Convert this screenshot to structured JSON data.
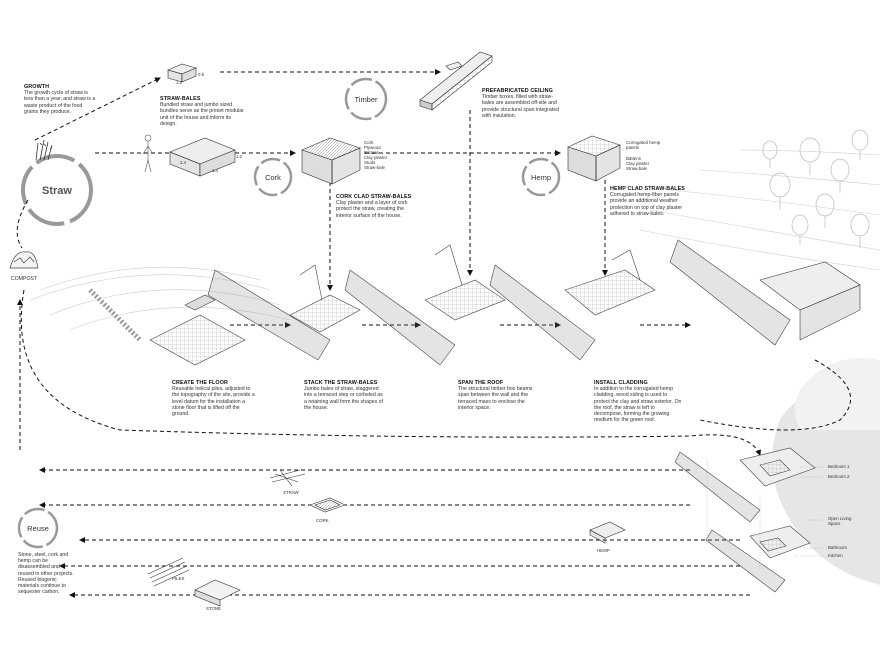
{
  "cycle": {
    "straw_label": "Straw",
    "compost_label": "COMPOST",
    "reuse_label": "Reuse",
    "reuse_text": "Stone, steel, cork and hemp can be disassembled and reused in other projects. Reused biogenic materials continue to sequester carbon."
  },
  "materials": {
    "timber": "Timber",
    "cork": "Cork",
    "hemp": "Hemp"
  },
  "growth": {
    "title": "GROWTH",
    "text": "The growth cycle of straw is less than a year, and straw is a waste product of the food grains they produce."
  },
  "straw_bales": {
    "title": "STRAW-BALES",
    "text": "Bundled straw and jumbo sized bundles serve as the preset modular unit of the house and inform its design.",
    "dims": [
      "1.2",
      "0.5",
      "2.4",
      "1.4",
      "1.2"
    ]
  },
  "prefab_ceiling": {
    "title": "PREFABRICATED CEILING",
    "text": "Timber boxes, filled with straw-bales are assembled off-site and provide structural span integrated with insulation."
  },
  "cork_clad": {
    "title": "CORK CLAD STRAW-BALES",
    "text": "Clay plaster and a layer of cork protect the straw, creating the interior surface of the house.",
    "layers": [
      "Cork",
      "Plywood",
      "Battens",
      "Clay plaster",
      "Studs",
      "Straw-bale"
    ]
  },
  "hemp_clad": {
    "title": "HEMP CLAD STRAW-BALES",
    "text": "Corrugated hemp-fiber panels provide an additional weather protection on top of clay plaster adhered to straw-bales.",
    "layers": [
      "Corrugated hemp panels",
      "Battens",
      "Clay plaster",
      "Straw-bale"
    ]
  },
  "steps": [
    {
      "title": "CREATE THE FLOOR",
      "text": "Reusable helical piles, adjusted to the topography of the site, provide a level datum for the installation a stone floor that is lifted off the ground."
    },
    {
      "title": "STACK THE STRAW-BALES",
      "text": "Jumbo bales of straw, staggered into a terraced step or corbeled as a retaining wall form the shapes of the house."
    },
    {
      "title": "SPAN THE ROOF",
      "text": "The structural timber box beams span between the wall and the terraced mass to enclose the interior space."
    },
    {
      "title": "INSTALL CLADDING",
      "text": "In addition to the corrugated hemp cladding, wood siding is used to protect the clay and straw exterior. On the roof, the straw is left to decompose, forming the growing medium for the green roof."
    }
  ],
  "reuse_items": [
    "STRAW",
    "CORK",
    "HEMP",
    "PILES",
    "STONE"
  ],
  "rooms": [
    "Bedroom 1",
    "Bedroom 2",
    "Open Living Space",
    "Bathroom",
    "Kitchen"
  ]
}
